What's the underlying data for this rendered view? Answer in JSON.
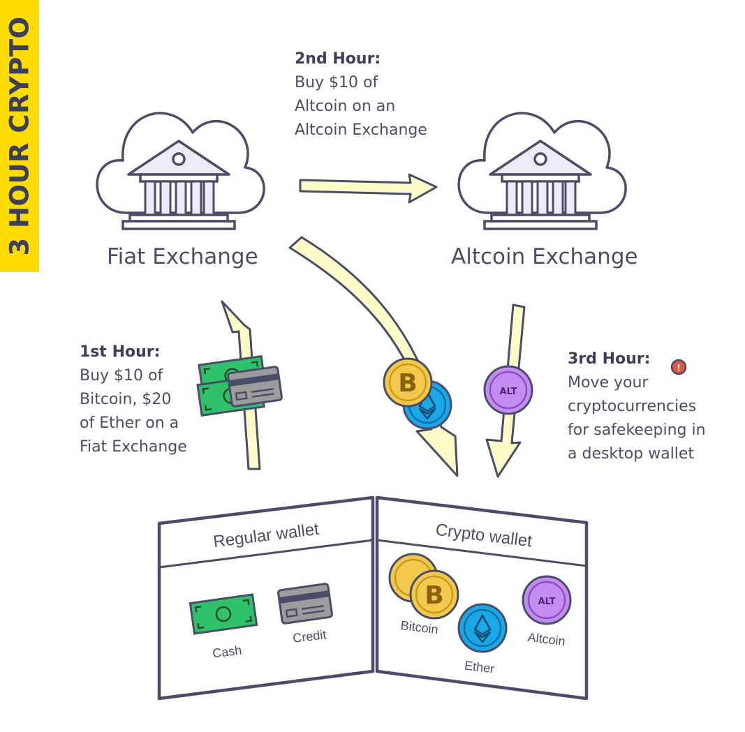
{
  "side_title": "3 HOUR CRYPTO",
  "exchanges": {
    "fiat": "Fiat Exchange",
    "altcoin": "Altcoin Exchange"
  },
  "steps": {
    "hour1": {
      "title": "1st Hour:",
      "lines": [
        "Buy $10 of",
        "Bitcoin, $20",
        "of Ether on a",
        "Fiat Exchange"
      ]
    },
    "hour2": {
      "title": "2nd Hour:",
      "lines": [
        "Buy $10 of",
        "Altcoin on an",
        "Altcoin Exchange"
      ]
    },
    "hour3": {
      "title": "3rd Hour:",
      "lines": [
        "Move your",
        "cryptocurrencies",
        "for safekeeping in",
        "a desktop wallet"
      ]
    }
  },
  "wallet": {
    "regular_title": "Regular wallet",
    "crypto_title": "Crypto wallet",
    "items": {
      "cash": "Cash",
      "credit": "Credit",
      "bitcoin": "Bitcoin",
      "ether": "Ether",
      "altcoin": "Altcoin"
    }
  },
  "coins": {
    "bitcoin_symbol": "B",
    "alt_symbol": "ALT"
  },
  "alert_symbol": "!",
  "colors": {
    "accent_yellow": "#ffdc00",
    "ink": "#4a4d6a",
    "arrow_fill": "#fdfbc8",
    "bitcoin": "#f2c94c",
    "ether": "#1aa7e8",
    "altcoin": "#c48cf0",
    "cash": "#2fc26a",
    "card": "#9c9c9c",
    "bank": "#efeaf7",
    "alert": "#e8533f"
  }
}
